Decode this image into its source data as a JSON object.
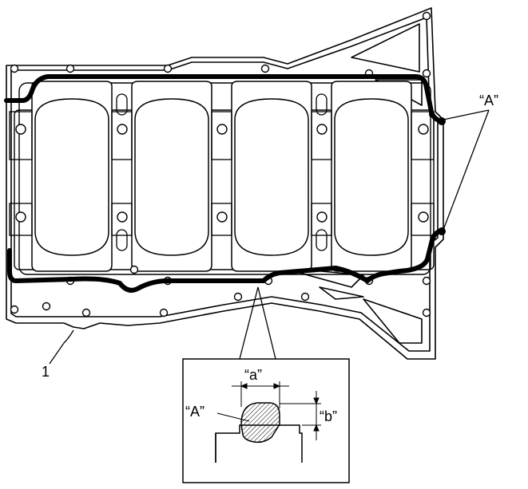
{
  "labels": {
    "part_number": "1",
    "callout_A_top": "“A”",
    "detail_a": "“a”",
    "detail_b": "“b”",
    "detail_A": "“A”"
  },
  "colors": {
    "line": "#000000",
    "background": "#ffffff",
    "bead": "#000000"
  }
}
